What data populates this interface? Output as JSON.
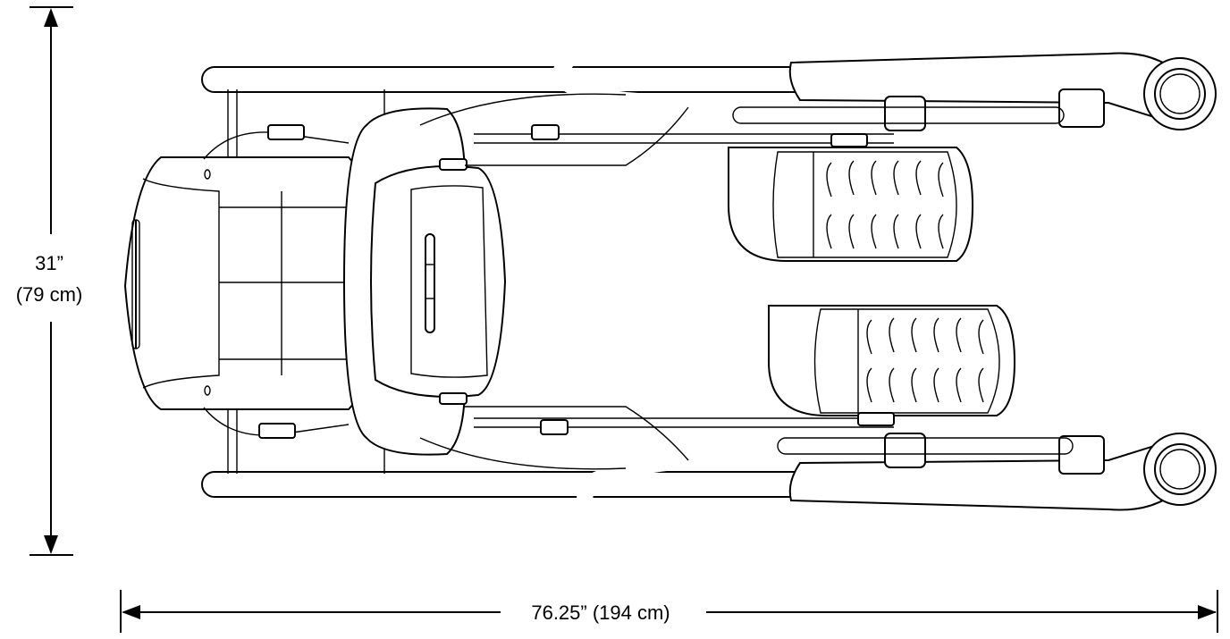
{
  "dimensions": {
    "height_line1": "31”",
    "height_line2": "(79 cm)",
    "length_label": "76.25” (194 cm)"
  }
}
